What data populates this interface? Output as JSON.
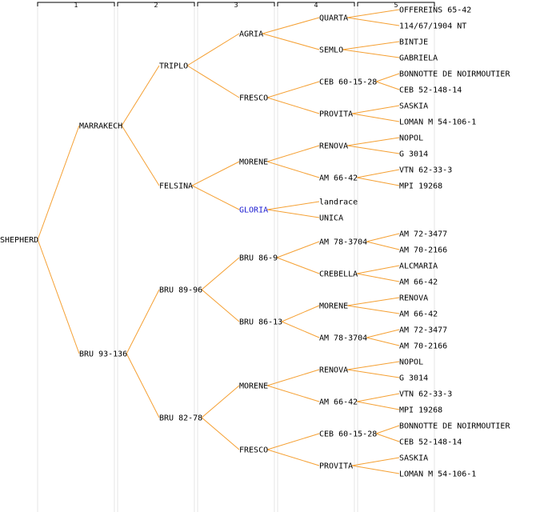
{
  "colors": {
    "edge": "#f5a033",
    "column_guide": "#e6e6e6",
    "header": "#000000",
    "text": "#000000",
    "highlight": "#1a1ad0"
  },
  "columns": [
    "1",
    "2",
    "3",
    "4",
    "5"
  ],
  "tree": {
    "name": "SHEPHERD",
    "children": [
      {
        "name": "MARRAKECH",
        "children": [
          {
            "name": "TRIPLO",
            "children": [
              {
                "name": "AGRIA",
                "children": [
                  {
                    "name": "QUARTA",
                    "children": [
                      {
                        "name": "OFFEREINS 65-42"
                      },
                      {
                        "name": "114/67/1904 NT"
                      }
                    ]
                  },
                  {
                    "name": "SEMLO",
                    "children": [
                      {
                        "name": "BINTJE"
                      },
                      {
                        "name": "GABRIELA"
                      }
                    ]
                  }
                ]
              },
              {
                "name": "FRESCO",
                "children": [
                  {
                    "name": "CEB 60-15-28",
                    "children": [
                      {
                        "name": "BONNOTTE DE NOIRMOUTIER"
                      },
                      {
                        "name": "CEB 52-148-14"
                      }
                    ]
                  },
                  {
                    "name": "PROVITA",
                    "children": [
                      {
                        "name": "SASKIA"
                      },
                      {
                        "name": "LOMAN M 54-106-1"
                      }
                    ]
                  }
                ]
              }
            ]
          },
          {
            "name": "FELSINA",
            "children": [
              {
                "name": "MORENE",
                "children": [
                  {
                    "name": "RENOVA",
                    "children": [
                      {
                        "name": "NOPOL"
                      },
                      {
                        "name": "G 3014"
                      }
                    ]
                  },
                  {
                    "name": "AM 66-42",
                    "children": [
                      {
                        "name": "VTN 62-33-3"
                      },
                      {
                        "name": "MPI 19268"
                      }
                    ]
                  }
                ]
              },
              {
                "name": "GLORIA",
                "highlight": true,
                "children": [
                  {
                    "name": "landrace"
                  },
                  {
                    "name": "UNICA"
                  }
                ]
              }
            ]
          }
        ]
      },
      {
        "name": "BRU 93-136",
        "children": [
          {
            "name": "BRU 89-96",
            "children": [
              {
                "name": "BRU 86-9",
                "children": [
                  {
                    "name": "AM 78-3704",
                    "children": [
                      {
                        "name": "AM 72-3477"
                      },
                      {
                        "name": "AM 70-2166"
                      }
                    ]
                  },
                  {
                    "name": "CREBELLA",
                    "children": [
                      {
                        "name": "ALCMARIA"
                      },
                      {
                        "name": "AM 66-42"
                      }
                    ]
                  }
                ]
              },
              {
                "name": "BRU 86-13",
                "children": [
                  {
                    "name": "MORENE",
                    "children": [
                      {
                        "name": "RENOVA"
                      },
                      {
                        "name": "AM 66-42"
                      }
                    ]
                  },
                  {
                    "name": "AM 78-3704",
                    "children": [
                      {
                        "name": "AM 72-3477"
                      },
                      {
                        "name": "AM 70-2166"
                      }
                    ]
                  }
                ]
              }
            ]
          },
          {
            "name": "BRU 82-78",
            "children": [
              {
                "name": "MORENE",
                "children": [
                  {
                    "name": "RENOVA",
                    "children": [
                      {
                        "name": "NOPOL"
                      },
                      {
                        "name": "G 3014"
                      }
                    ]
                  },
                  {
                    "name": "AM 66-42",
                    "children": [
                      {
                        "name": "VTN 62-33-3"
                      },
                      {
                        "name": "MPI 19268"
                      }
                    ]
                  }
                ]
              },
              {
                "name": "FRESCO",
                "children": [
                  {
                    "name": "CEB 60-15-28",
                    "children": [
                      {
                        "name": "BONNOTTE DE NOIRMOUTIER"
                      },
                      {
                        "name": "CEB 52-148-14"
                      }
                    ]
                  },
                  {
                    "name": "PROVITA",
                    "children": [
                      {
                        "name": "SASKIA"
                      },
                      {
                        "name": "LOMAN M 54-106-1"
                      }
                    ]
                  }
                ]
              }
            ]
          }
        ]
      }
    ]
  }
}
